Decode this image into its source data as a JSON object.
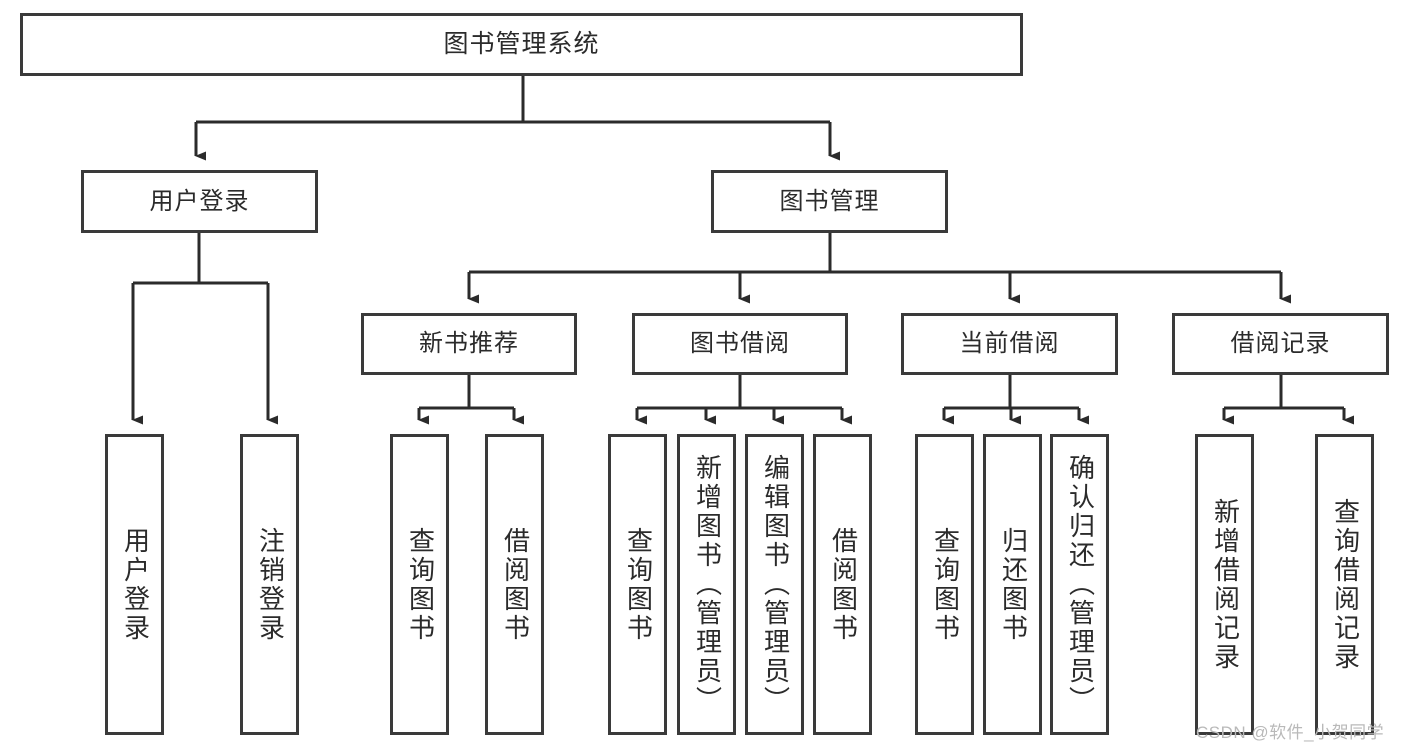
{
  "diagram": {
    "title": "图书管理系统",
    "type": "hierarchy-tree",
    "watermark": "CSDN @软件_小贺同学",
    "colors": {
      "box_border": "#3a3a3a",
      "box_fill": "#ffffff",
      "text": "#2b2b2b",
      "connector": "#2b2b2b",
      "watermark": "#b9b9b9"
    },
    "nodes": {
      "root": {
        "label": "图书管理系统"
      },
      "level2": [
        {
          "label": "用户登录"
        },
        {
          "label": "图书管理"
        }
      ],
      "level3": [
        {
          "label": "新书推荐"
        },
        {
          "label": "图书借阅"
        },
        {
          "label": "当前借阅"
        },
        {
          "label": "借阅记录"
        }
      ],
      "leaves": {
        "user_login": [
          {
            "label": "用户登录"
          },
          {
            "label": "注销登录"
          }
        ],
        "new_book_recommend": [
          {
            "label": "查询图书"
          },
          {
            "label": "借阅图书"
          }
        ],
        "book_borrow": [
          {
            "label": "查询图书"
          },
          {
            "label": "新增图书（管理员）"
          },
          {
            "label": "编辑图书（管理员）"
          },
          {
            "label": "借阅图书"
          }
        ],
        "current_borrow": [
          {
            "label": "查询图书"
          },
          {
            "label": "归还图书"
          },
          {
            "label": "确认归还（管理员）"
          }
        ],
        "borrow_record": [
          {
            "label": "新增借阅记录"
          },
          {
            "label": "查询借阅记录"
          }
        ]
      }
    }
  }
}
